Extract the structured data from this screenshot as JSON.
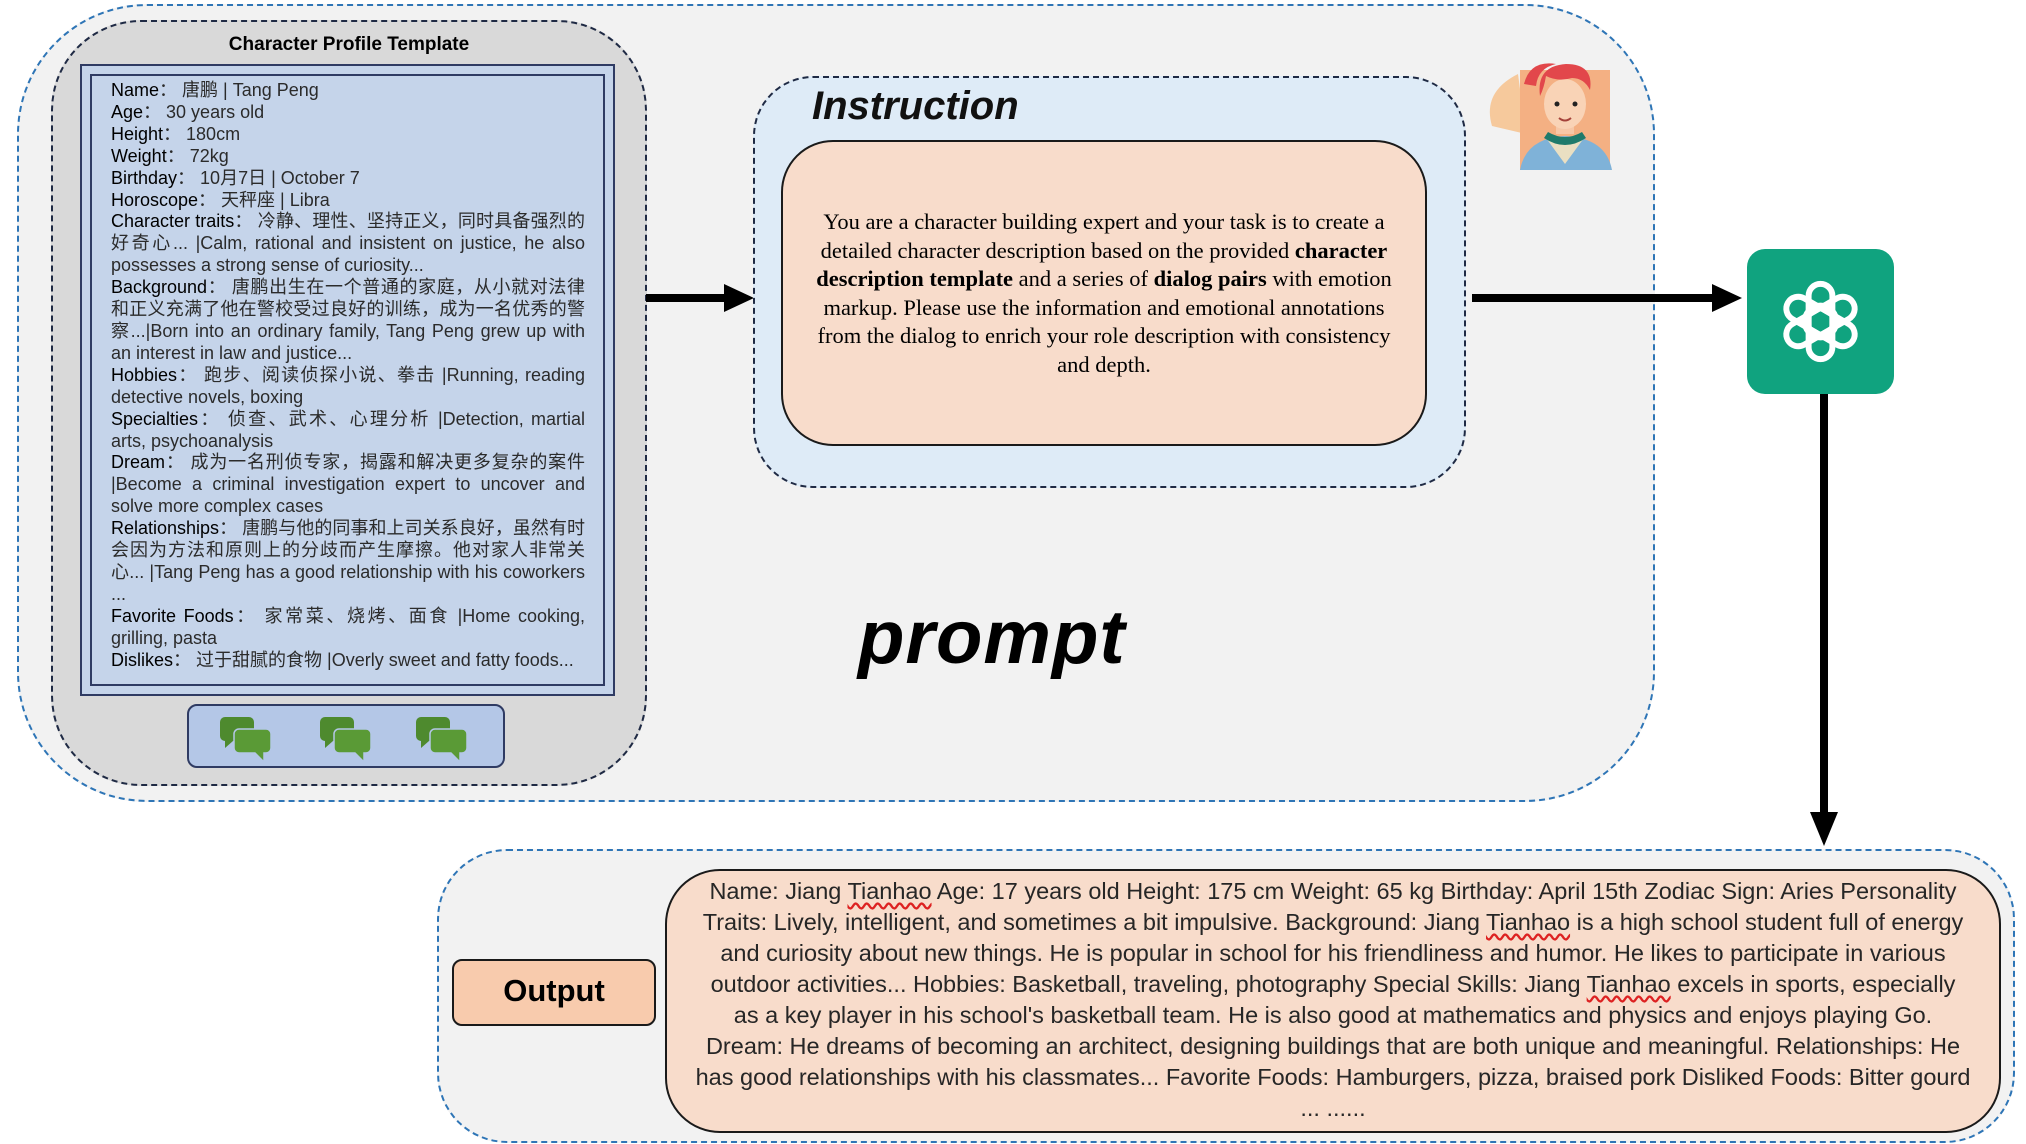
{
  "template": {
    "title": "Character Profile Template",
    "rows": [
      {
        "label": "Name",
        "value": "：  唐鹏 | Tang Peng"
      },
      {
        "label": "Age",
        "value": "：  30 years old"
      },
      {
        "label": "Height",
        "value": "：  180cm"
      },
      {
        "label": "Weight",
        "value": "：  72kg"
      },
      {
        "label": "Birthday",
        "value": "：  10月7日 | October 7"
      },
      {
        "label": "Horoscope",
        "value": "：  天秤座 | Libra"
      },
      {
        "label": "Character traits",
        "value": "：  冷静、理性、坚持正义，同时具备强烈的好奇心... |Calm, rational and insistent on justice, he also possesses a strong sense of curiosity..."
      },
      {
        "label": "Background",
        "value": "：  唐鹏出生在一个普通的家庭，从小就对法律和正义充满了他在警校受过良好的训练，成为一名优秀的警察...|Born into an ordinary family, Tang Peng grew up with an interest in law and justice..."
      },
      {
        "label": "Hobbies",
        "value": "：  跑步、阅读侦探小说、拳击  |Running, reading detective novels, boxing"
      },
      {
        "label": "Specialties",
        "value": "：  侦查、武术、心理分析  |Detection, martial arts, psychoanalysis"
      },
      {
        "label": "Dream",
        "value": "：  成为一名刑侦专家，揭露和解决更多复杂的案件  |Become a criminal investigation expert to uncover and solve more complex cases"
      },
      {
        "label": "Relationships",
        "value": "：  唐鹏与他的同事和上司关系良好，虽然有时会因为方法和原则上的分歧而产生摩擦。他对家人非常关心...  |Tang Peng has a good relationship with his coworkers ..."
      },
      {
        "label": "Favorite Foods",
        "value": "：  家常菜、烧烤、面食  |Home cooking, grilling, pasta"
      },
      {
        "label": "Dislikes",
        "value": "：  过于甜腻的食物 |Overly sweet and fatty foods..."
      }
    ]
  },
  "instruction": {
    "title": "Instruction",
    "text_before": "You are a character building expert and your task is to create a detailed character description based on the provided ",
    "bold_1": "character description template",
    "text_mid": " and a series of ",
    "bold_2": "dialog pairs",
    "text_after": " with emotion markup. Please use the information and emotional annotations from the dialog to enrich your role description with consistency and depth."
  },
  "prompt_label": "prompt",
  "gpt_icon": "openai-logo-icon",
  "output": {
    "label": "Output",
    "text_parts": [
      "Name: Jiang ",
      "Tianhao",
      " Age: 17 years old Height: 175 cm Weight: 65 kg Birthday: April 15th Zodiac Sign: Aries Personality Traits: Lively, intelligent, and sometimes a bit impulsive. Background: Jiang ",
      "Tianhao",
      " is a high school student full of energy and curiosity about new things. He is popular in school for his friendliness and humor. He likes to participate in various outdoor activities... Hobbies: Basketball, traveling, photography Special Skills: Jiang ",
      "Tianhao",
      " excels in sports, especially as a key player in his school's basketball team. He is also good at mathematics and physics and enjoys playing Go. Dream: He dreams of becoming an architect, designing buildings that are both unique and meaningful. Relationships: He has good relationships with his classmates... Favorite Foods: Hamburgers, pizza, braised pork Disliked Foods: Bitter gourd ... ......"
    ]
  },
  "colors": {
    "region_border": "#2e75b6",
    "template_fill": "#c5d4ea",
    "instruction_fill": "#deebf7",
    "card_fill": "#f8dccb",
    "output_label_fill": "#f8cbad",
    "gpt_green": "#10a37f",
    "bubble_green": "#4e8a2e"
  }
}
